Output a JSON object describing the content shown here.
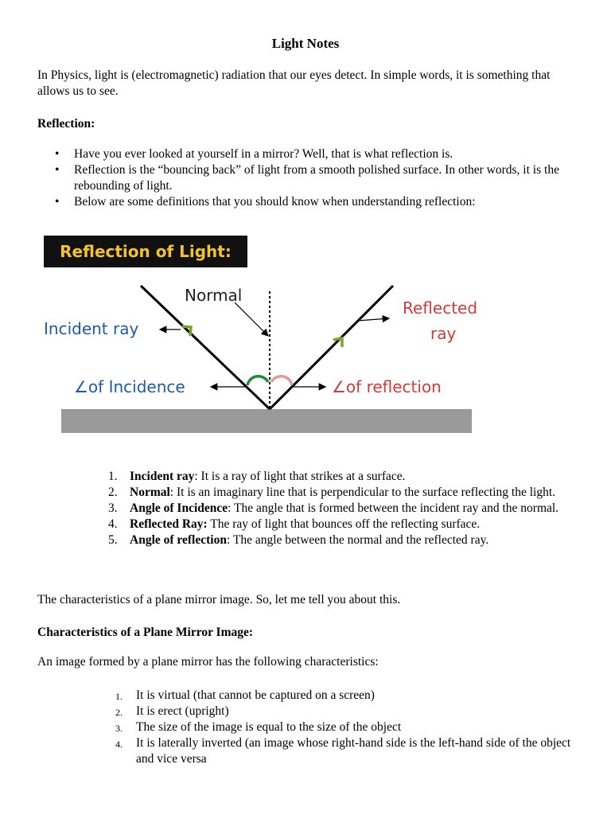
{
  "title": "Light Notes",
  "intro": "In Physics, light is (electromagnetic) radiation that our eyes detect. In simple words, it is something that allows us to see.",
  "reflection_heading": "Reflection:",
  "bullets": [
    "Have you ever looked at yourself in a mirror? Well, that is what reflection is.",
    "Reflection is the “bouncing back” of light from a smooth polished surface. In other words, it is the rebounding of light.",
    "Below are some definitions that you should know when understanding reflection:"
  ],
  "figure": {
    "title": "Reflection of Light:",
    "normal": "Normal",
    "incident_ray": "Incident ray",
    "reflected_ray_line1": "Reflected",
    "reflected_ray_line2": "ray",
    "angle_incidence": "∠of Incidence",
    "angle_reflection": "∠of reflection",
    "colors": {
      "title_bg": "#111111",
      "title_text": "#f2c230",
      "incident_label": "#1f5aa6",
      "reflected_label": "#d43a3a",
      "ray_arrow": "#7aa32a",
      "arc_green": "#1e8a3a",
      "arc_pink": "#e39a9a",
      "mirror": "#9a9a9a"
    }
  },
  "definitions": [
    {
      "num": "1.",
      "term": "Incident ray",
      "text": ": It is a ray of light that strikes at a surface."
    },
    {
      "num": "2.",
      "term": "Normal",
      "text": ": It is an imaginary line that is perpendicular to the surface reflecting the light."
    },
    {
      "num": "3.",
      "term": "Angle of Incidence",
      "text": ": The angle that is formed between the incident ray and the normal."
    },
    {
      "num": "4.",
      "term": "Reflected Ray:",
      "text": " The ray of light that bounces off the reflecting surface."
    },
    {
      "num": "5.",
      "term": "Angle of reflection",
      "text": ": The angle between the normal and the reflected ray."
    }
  ],
  "characteristics_intro": "The characteristics of a plane mirror image. So, let me tell you about this.",
  "characteristics_heading": "Characteristics of a Plane Mirror Image:",
  "characteristics_lead": "An image formed by a plane mirror has the following characteristics:",
  "characteristics": [
    {
      "num": "1.",
      "text": "It is virtual (that cannot be captured on a screen)"
    },
    {
      "num": "2.",
      "text": "It is erect (upright)"
    },
    {
      "num": "3.",
      "text": "The size of the image is equal to the size of the object"
    },
    {
      "num": "4.",
      "text": "It is laterally inverted (an image whose right-hand side is the left-hand side of the object and vice versa"
    }
  ]
}
